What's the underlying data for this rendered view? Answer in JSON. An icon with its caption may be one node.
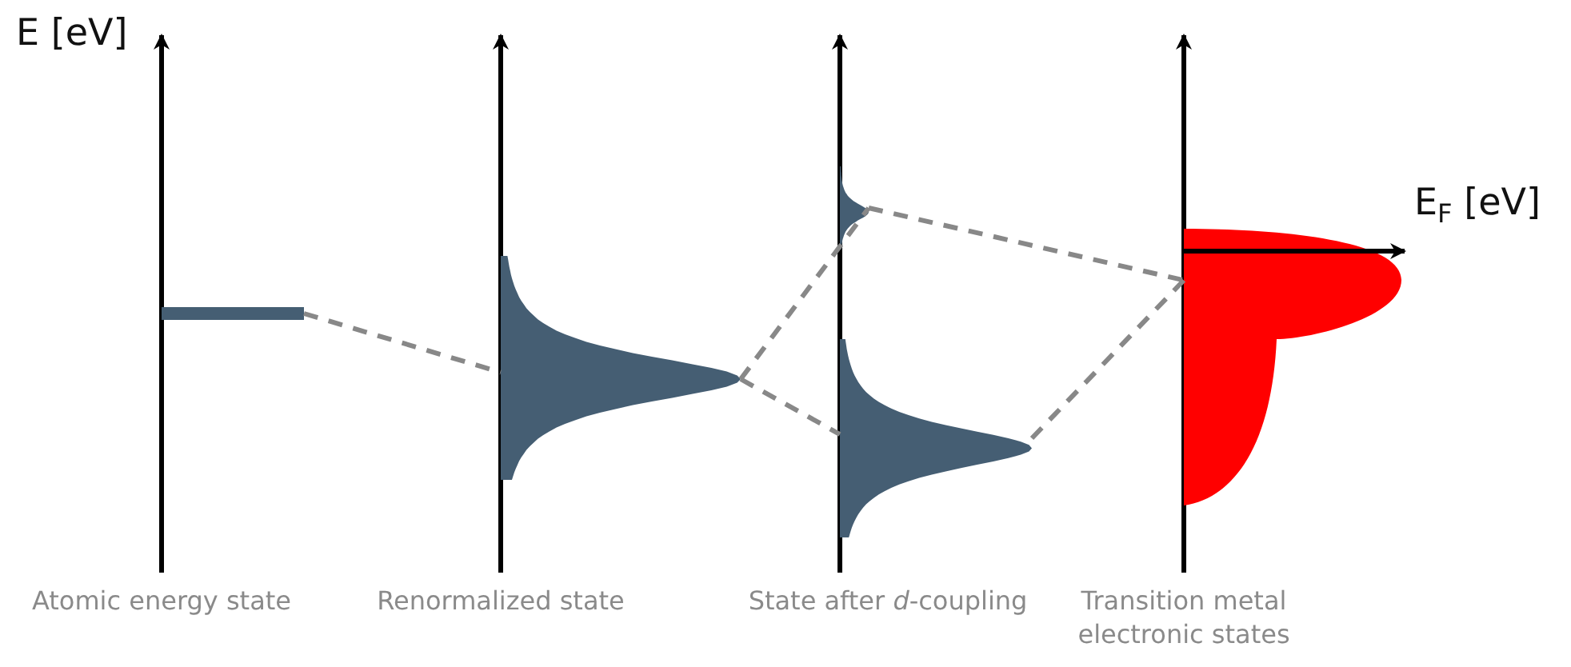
{
  "diagram": {
    "nodes": [
      {
        "text": [],
        "shape": "bar"
      },
      {
        "text": [],
        "shape": "peak"
      },
      {
        "text": [],
        "shape": "peak"
      },
      {
        "text": [],
        "shape": "peak"
      },
      {
        "text": [],
        "shape": "band"
      }
    ],
    "edges": [
      {
        "from": 0,
        "to": 1,
        "arrow": "none",
        "style": "dashed"
      },
      {
        "from": 1,
        "to": 2,
        "arrow": "none",
        "style": "dashed"
      },
      {
        "from": 1,
        "to": 3,
        "arrow": "none",
        "style": "dashed"
      },
      {
        "from": 2,
        "to": 4,
        "arrow": "none",
        "style": "dashed"
      },
      {
        "from": 3,
        "to": 4,
        "arrow": "none",
        "style": "dashed"
      }
    ],
    "labels": [
      "E [eV]",
      "E$_{F}$ [eV]",
      "Atomic energy state",
      "Renormalized state",
      "State after *d*-coupling",
      "Transition metal electronic states"
    ]
  }
}
